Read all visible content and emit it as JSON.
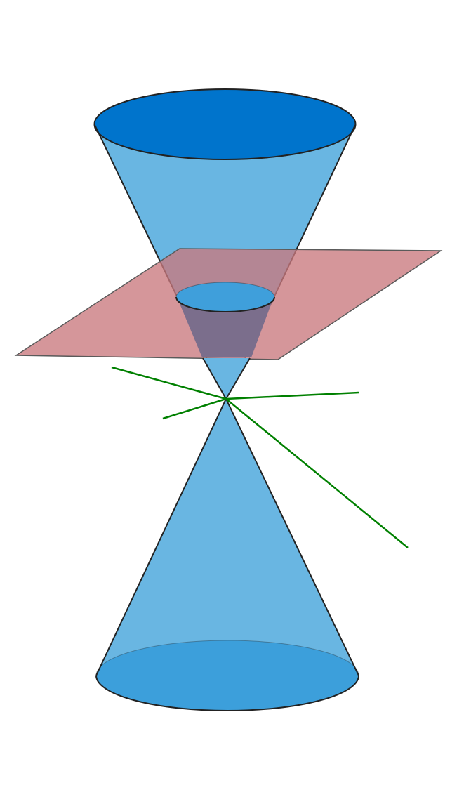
{
  "colors": {
    "background": "#ffffff",
    "cone_fill": "#69b6e2",
    "cone_top_cap": "#0074cc",
    "cone_bottom_cap": "#3c9fdb",
    "section_ellipse": "#3f9fdb",
    "plane_fill": "#c9797d",
    "plane_overlap": "#7b6e8c",
    "plane_stroke": "#5a5a5a",
    "outline": "#222222",
    "axis_lines": "#008000"
  },
  "elements": {
    "upper_nappe": "upper-cone-nappe",
    "lower_nappe": "lower-cone-nappe",
    "cutting_plane": "cutting-plane",
    "section_curve": "conic-section-ellipse",
    "vertex": "cone-vertex",
    "axes": [
      "axis-line-1",
      "axis-line-2",
      "axis-line-3"
    ]
  }
}
